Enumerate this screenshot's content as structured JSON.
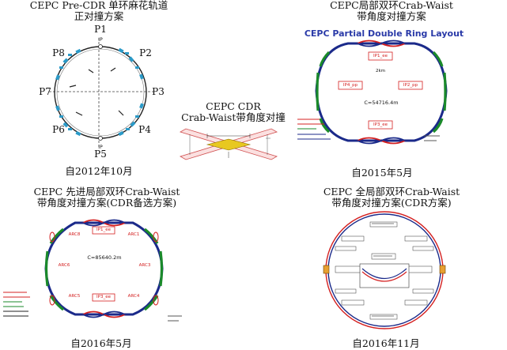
{
  "panel1": {
    "title_line1": "CEPC Pre-CDR 单环麻花轨道",
    "title_line2": "正对撞方案",
    "ip_labels": [
      "P1",
      "P2",
      "P3",
      "P4",
      "P5",
      "P6",
      "P7",
      "P8"
    ],
    "ip_tag": "IP",
    "caption": "自2012年10月"
  },
  "panel2": {
    "title_line1": "CEPC局部双环Crab-Waist",
    "title_line2": "带角度对撞方案",
    "layout_title": "CEPC Partial Double Ring Layout",
    "ip1": "IP1_ee",
    "ip3": "IP3_ee",
    "ip4": "IP4_pp",
    "ip2": "IP2_pp",
    "length": "2km",
    "circumference": "C=54716.4m",
    "caption": "自2015年5月"
  },
  "panel3": {
    "title_line1": "CEPC CDR",
    "title_line2": "Crab-Waist带角度对撞"
  },
  "panel4": {
    "title_line1": "CEPC 先进局部双环Crab-Waist",
    "title_line2": "带角度对撞方案(CDR备选方案)",
    "ip1": "IP1_ee",
    "ip3": "IP3_ee",
    "arc_labels": [
      "ARC8",
      "ARC1",
      "ARC6",
      "ARC3",
      "ARC5",
      "ARC4"
    ],
    "circumference": "C=85640.2m",
    "caption": "自2016年5月"
  },
  "panel5": {
    "title_line1": "CEPC 全局部双环Crab-Waist",
    "title_line2": "带角度对撞方案(CDR方案)",
    "caption": "自2016年11月"
  },
  "colors": {
    "ring_blue": "#1b2a8a",
    "ring_red": "#d42020",
    "ring_green": "#1a8a2a",
    "magnet_cyan": "#2a9ac8",
    "title_blue": "#2a3aa8",
    "crab_yellow": "#e8c820"
  }
}
